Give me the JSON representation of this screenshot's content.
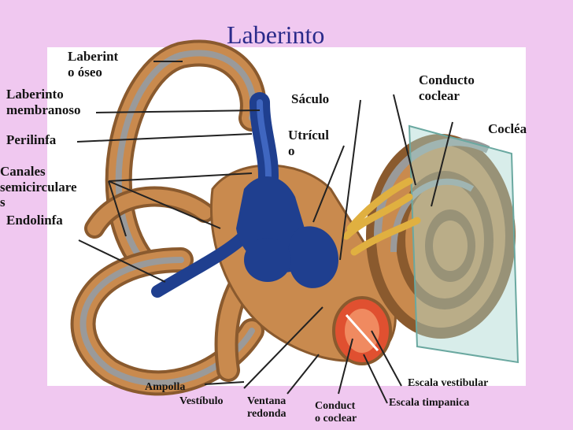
{
  "title": "Laberinto",
  "labels": {
    "laberinto_oseo_1": "Laberint",
    "laberinto_oseo_2": "o óseo",
    "laberinto_membranoso_1": "Laberinto",
    "laberinto_membranoso_2": "membranoso",
    "perilinfa": "Perilinfa",
    "canales_1": "Canales",
    "canales_2": "semicirculare",
    "canales_3": "s",
    "endolinfa": "Endolinfa",
    "saculo": "Sáculo",
    "utriculo_1": "Utrícul",
    "utriculo_2": "o",
    "conducto_coclear_top_1": "Conducto",
    "conducto_coclear_top_2": "coclear",
    "coclea": "Cocléa",
    "ampolla": "Ampolla",
    "vestibulo": "Vestíbulo",
    "ventana_1": "Ventana",
    "ventana_2": "redonda",
    "conducto_coclear_bottom_1": "Conduct",
    "conducto_coclear_bottom_2": "o coclear",
    "escala_vestibular": "Escala vestibular",
    "escala_timpanica": "Escala timpanica"
  },
  "colors": {
    "background": "#f0c8f0",
    "panel": "#ffffff",
    "bone": "#c98a4e",
    "bone_dark": "#8a5a2e",
    "membrane": "#1f3f8f",
    "membrane_light": "#3f66c0",
    "glass": "#a8d8d0",
    "nerve": "#e0b040"
  }
}
